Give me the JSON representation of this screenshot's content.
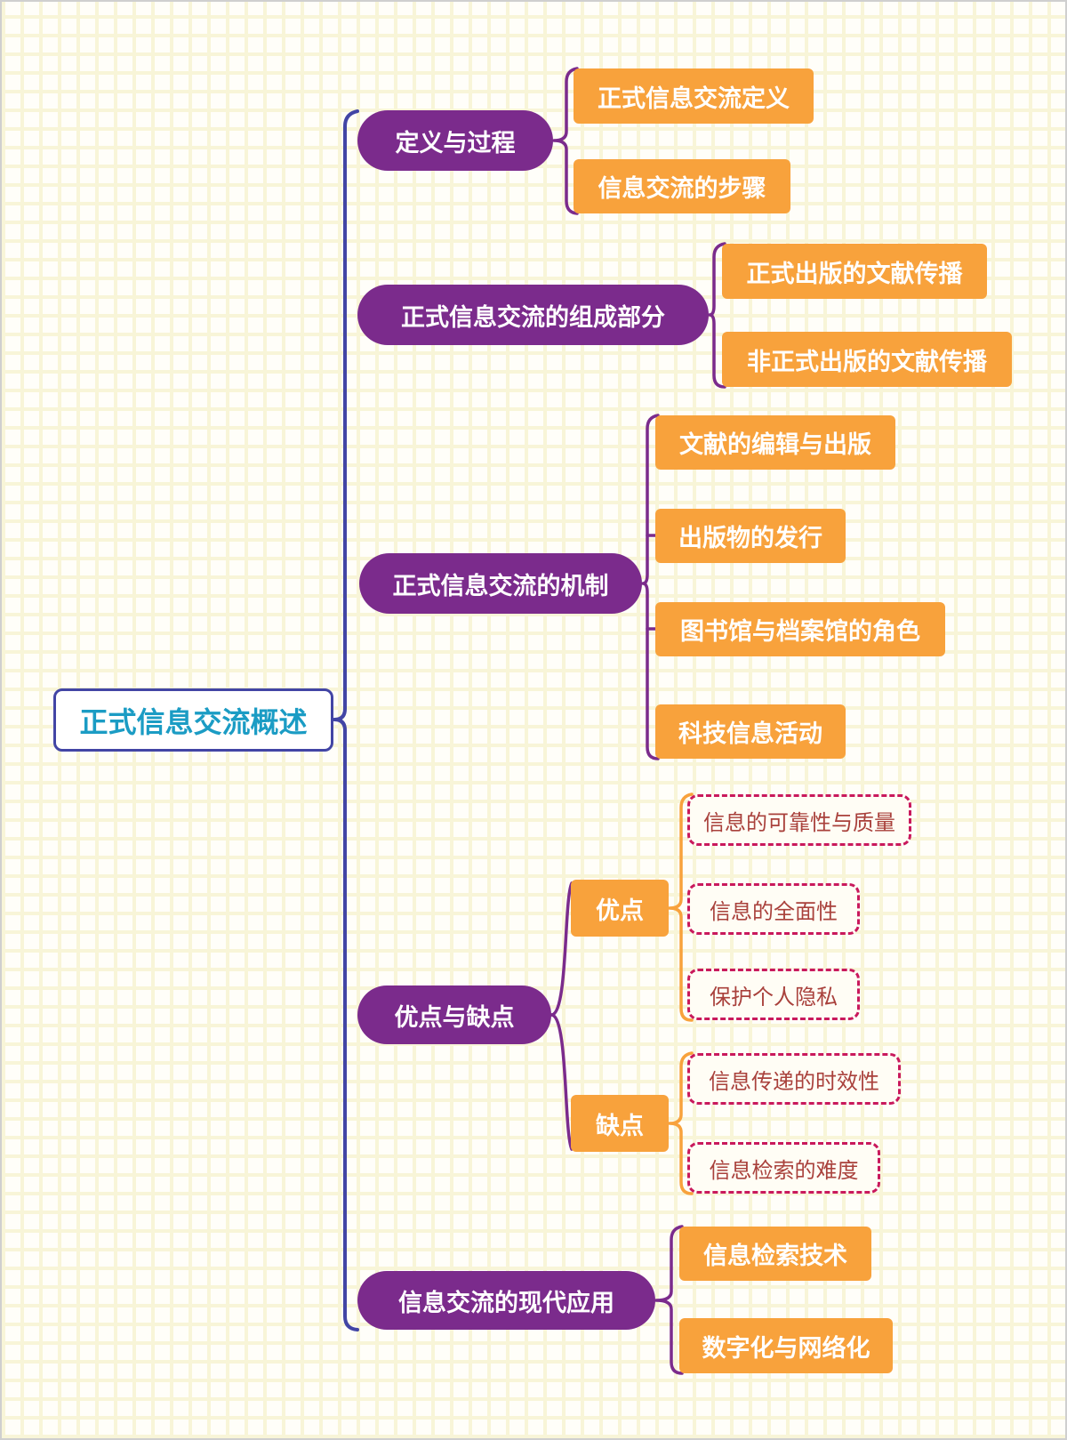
{
  "root": {
    "label": "正式信息交流概述"
  },
  "branches": [
    {
      "label": "定义与过程",
      "children": [
        {
          "label": "正式信息交流定义"
        },
        {
          "label": "信息交流的步骤"
        }
      ]
    },
    {
      "label": "正式信息交流的组成部分",
      "children": [
        {
          "label": "正式出版的文献传播"
        },
        {
          "label": "非正式出版的文献传播"
        }
      ]
    },
    {
      "label": "正式信息交流的机制",
      "children": [
        {
          "label": "文献的编辑与出版"
        },
        {
          "label": "出版物的发行"
        },
        {
          "label": "图书馆与档案馆的角色"
        },
        {
          "label": "科技信息活动"
        }
      ]
    },
    {
      "label": "优点与缺点",
      "children": [
        {
          "label": "优点",
          "children": [
            {
              "label": "信息的可靠性与质量"
            },
            {
              "label": "信息的全面性"
            },
            {
              "label": "保护个人隐私"
            }
          ]
        },
        {
          "label": "缺点",
          "children": [
            {
              "label": "信息传递的时效性"
            },
            {
              "label": "信息检索的难度"
            }
          ]
        }
      ]
    },
    {
      "label": "信息交流的现代应用",
      "children": [
        {
          "label": "信息检索技术"
        },
        {
          "label": "数字化与网络化"
        }
      ]
    }
  ],
  "colors": {
    "purple": "#7b2b8c",
    "orange": "#f8a23c",
    "trunk": "#4245a5",
    "dash-border": "#c9195c",
    "dash-text": "#a9413c",
    "root-text": "#1b9cc4",
    "node-text": "#ffffff",
    "grid-line": "#f8f5d8",
    "canvas-bg": "#fffef9"
  }
}
